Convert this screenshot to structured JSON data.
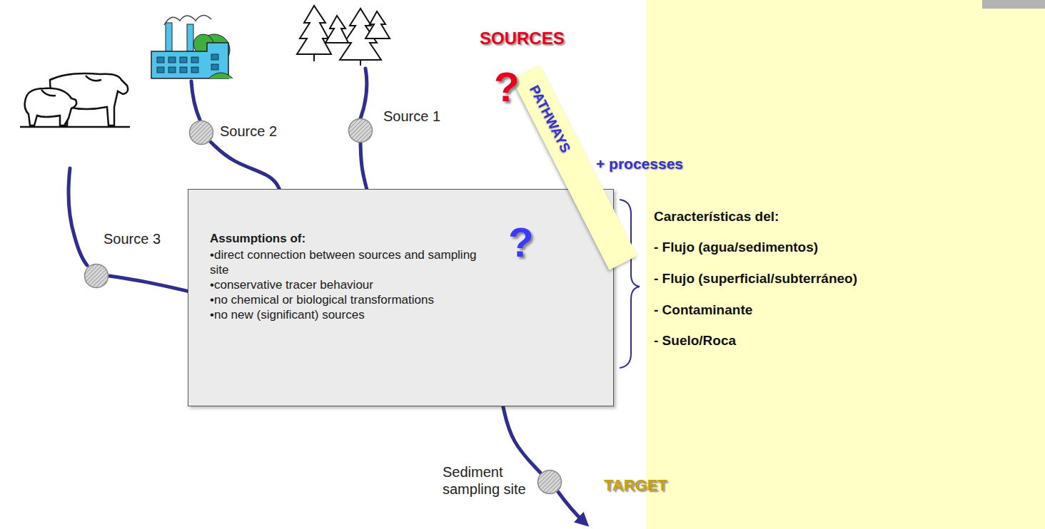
{
  "diagram": {
    "nodes": [
      {
        "text": [
          "Source 1"
        ]
      },
      {
        "text": [
          "Source 2"
        ]
      },
      {
        "text": [
          "Source 3"
        ]
      },
      {
        "text": [
          "Assumptions of:",
          "•direct connection between sources and sampling site",
          "•conservative tracer behaviour",
          "•no chemical or biological transformations",
          "•no new (significant) sources"
        ]
      },
      {
        "text": [
          "Sediment sampling site"
        ]
      },
      {
        "text": [
          "PATHWAYS"
        ]
      }
    ],
    "edges": [
      {
        "from": 0,
        "to": 3,
        "arrow": "none"
      },
      {
        "from": 1,
        "to": 3,
        "arrow": "none"
      },
      {
        "from": 2,
        "to": 3,
        "arrow": "none"
      },
      {
        "from": 3,
        "to": 4,
        "arrow": "none"
      }
    ],
    "labels": [
      "SOURCES",
      "?",
      "+ processes",
      "?",
      "Características del:",
      "- Flujo (agua/sedimentos)",
      "- Flujo (superficial/subterráneo)",
      "- Contaminante",
      "- Suelo/Roca",
      "TARGET"
    ]
  }
}
